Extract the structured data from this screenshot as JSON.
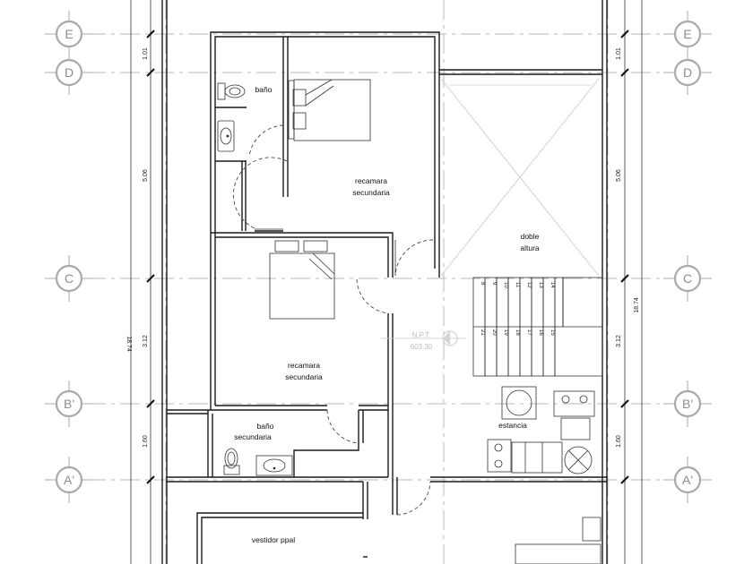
{
  "grid_axes": {
    "E": "E",
    "D": "D",
    "C": "C",
    "B_prime": "B'",
    "A_prime": "A'"
  },
  "rooms": {
    "bano": "baño",
    "recamara1_line1": "recamara",
    "recamara1_line2": "secundaria",
    "doble_line1": "doble",
    "doble_line2": "altura",
    "recamara2_line1": "recamara",
    "recamara2_line2": "secundaria",
    "bano_sec_line1": "baño",
    "bano_sec_line2": "secundaria",
    "estancia": "estancia",
    "vestidor": "vestidor ppal"
  },
  "dimensions": {
    "left_1": "1.01",
    "left_2": "5.06",
    "left_3": "3.12",
    "left_4": "1.60",
    "left_total": "18.74",
    "right_1": "1.01",
    "right_2": "5.06",
    "right_3": "3.12",
    "right_4": "1.60",
    "right_total": "18.74"
  },
  "level_marker": {
    "label": "N.P.T.",
    "value": "603.30"
  },
  "stair_steps_upper": [
    "8",
    "9",
    "10",
    "11",
    "12",
    "13",
    "14"
  ],
  "stair_steps_lower": [
    "15",
    "16",
    "17",
    "18",
    "19",
    "20",
    "21"
  ]
}
